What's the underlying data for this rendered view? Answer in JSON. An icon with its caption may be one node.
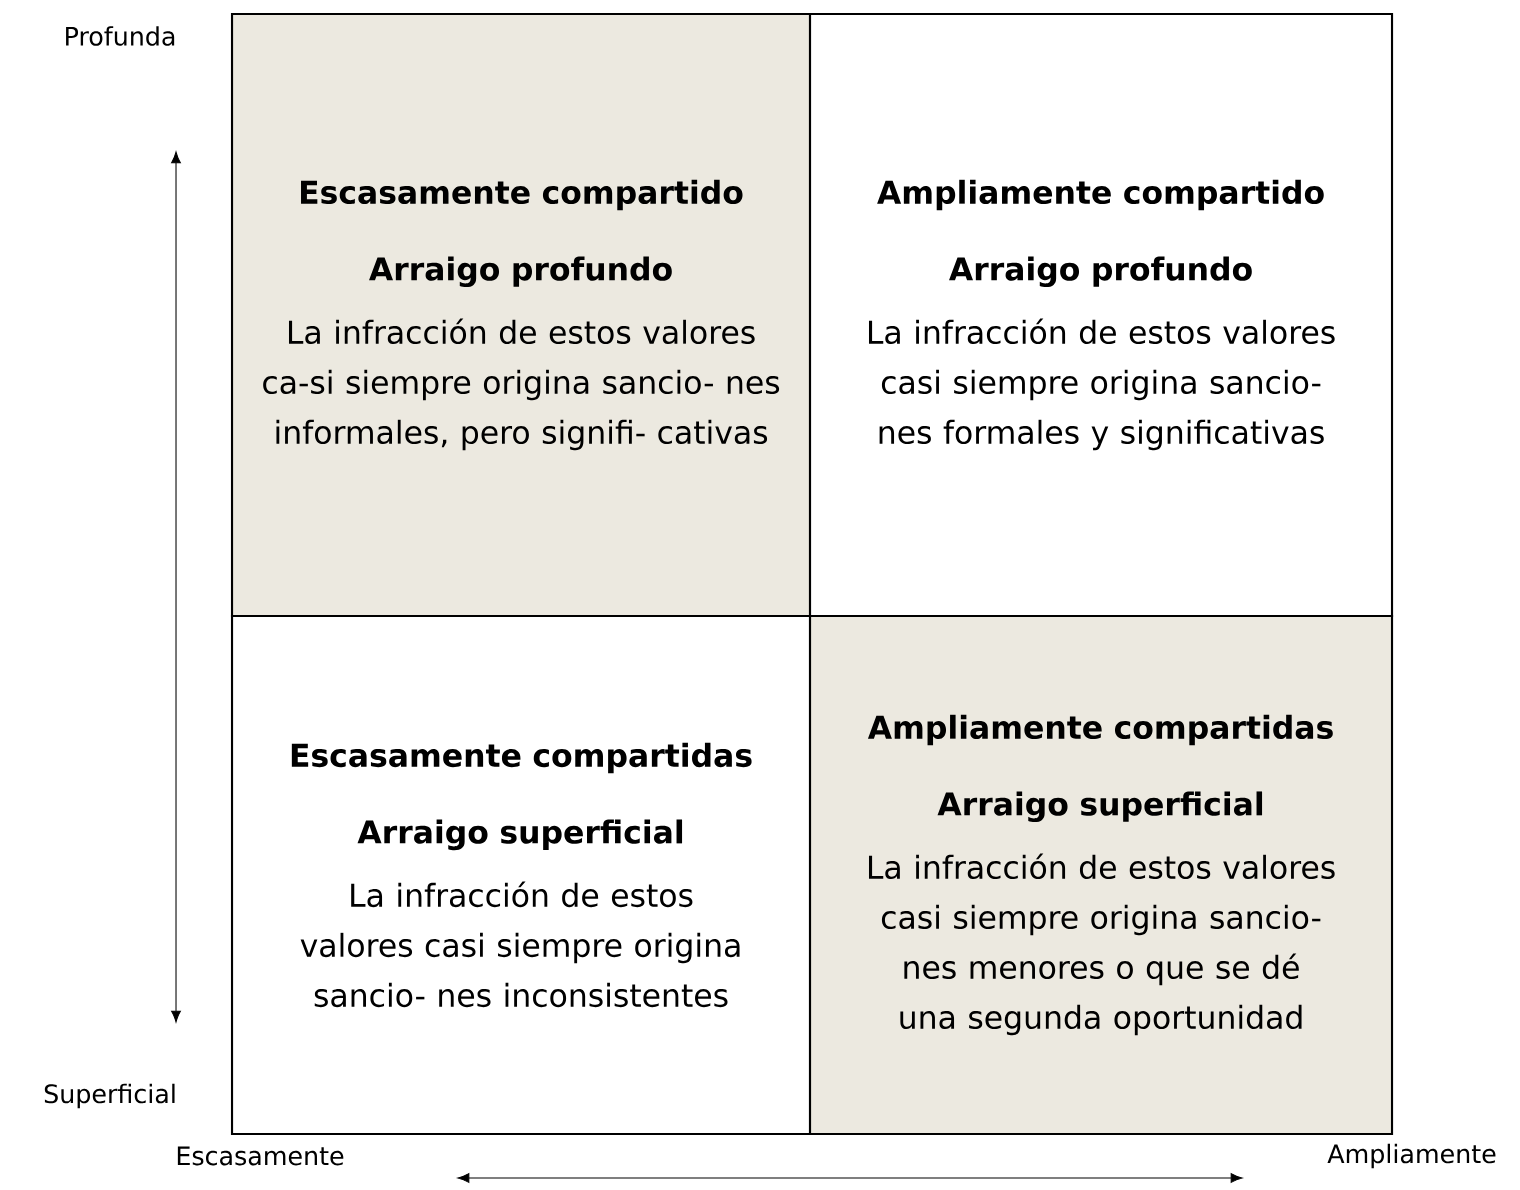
{
  "diagram": {
    "nodes": [
      {
        "text": [
          "Escasamente compartido",
          "Arraigo profundo",
          "La infracción de estos valores ca-si siempre origina sancio- nes informales, pero signifi- cativas"
        ]
      },
      {
        "text": [
          "Ampliamente compartido",
          "Arraigo profundo",
          "La infracción de estos valores casi siempre origina sancio- nes formales y significativas"
        ]
      },
      {
        "text": [
          "Escasamente compartidas",
          "Arraigo superficial",
          "La infracción de estos valores casi siempre origina sancio- nes inconsistentes"
        ]
      },
      {
        "text": [
          "Ampliamente compartidas",
          "Arraigo superficial",
          "La infracción de estos valores casi siempre origina sancio- nes menores o que se dé una segunda oportunidad"
        ]
      }
    ],
    "labels": [
      "Profunda",
      "Superficial",
      "Escasamente",
      "Ampliamente"
    ]
  }
}
